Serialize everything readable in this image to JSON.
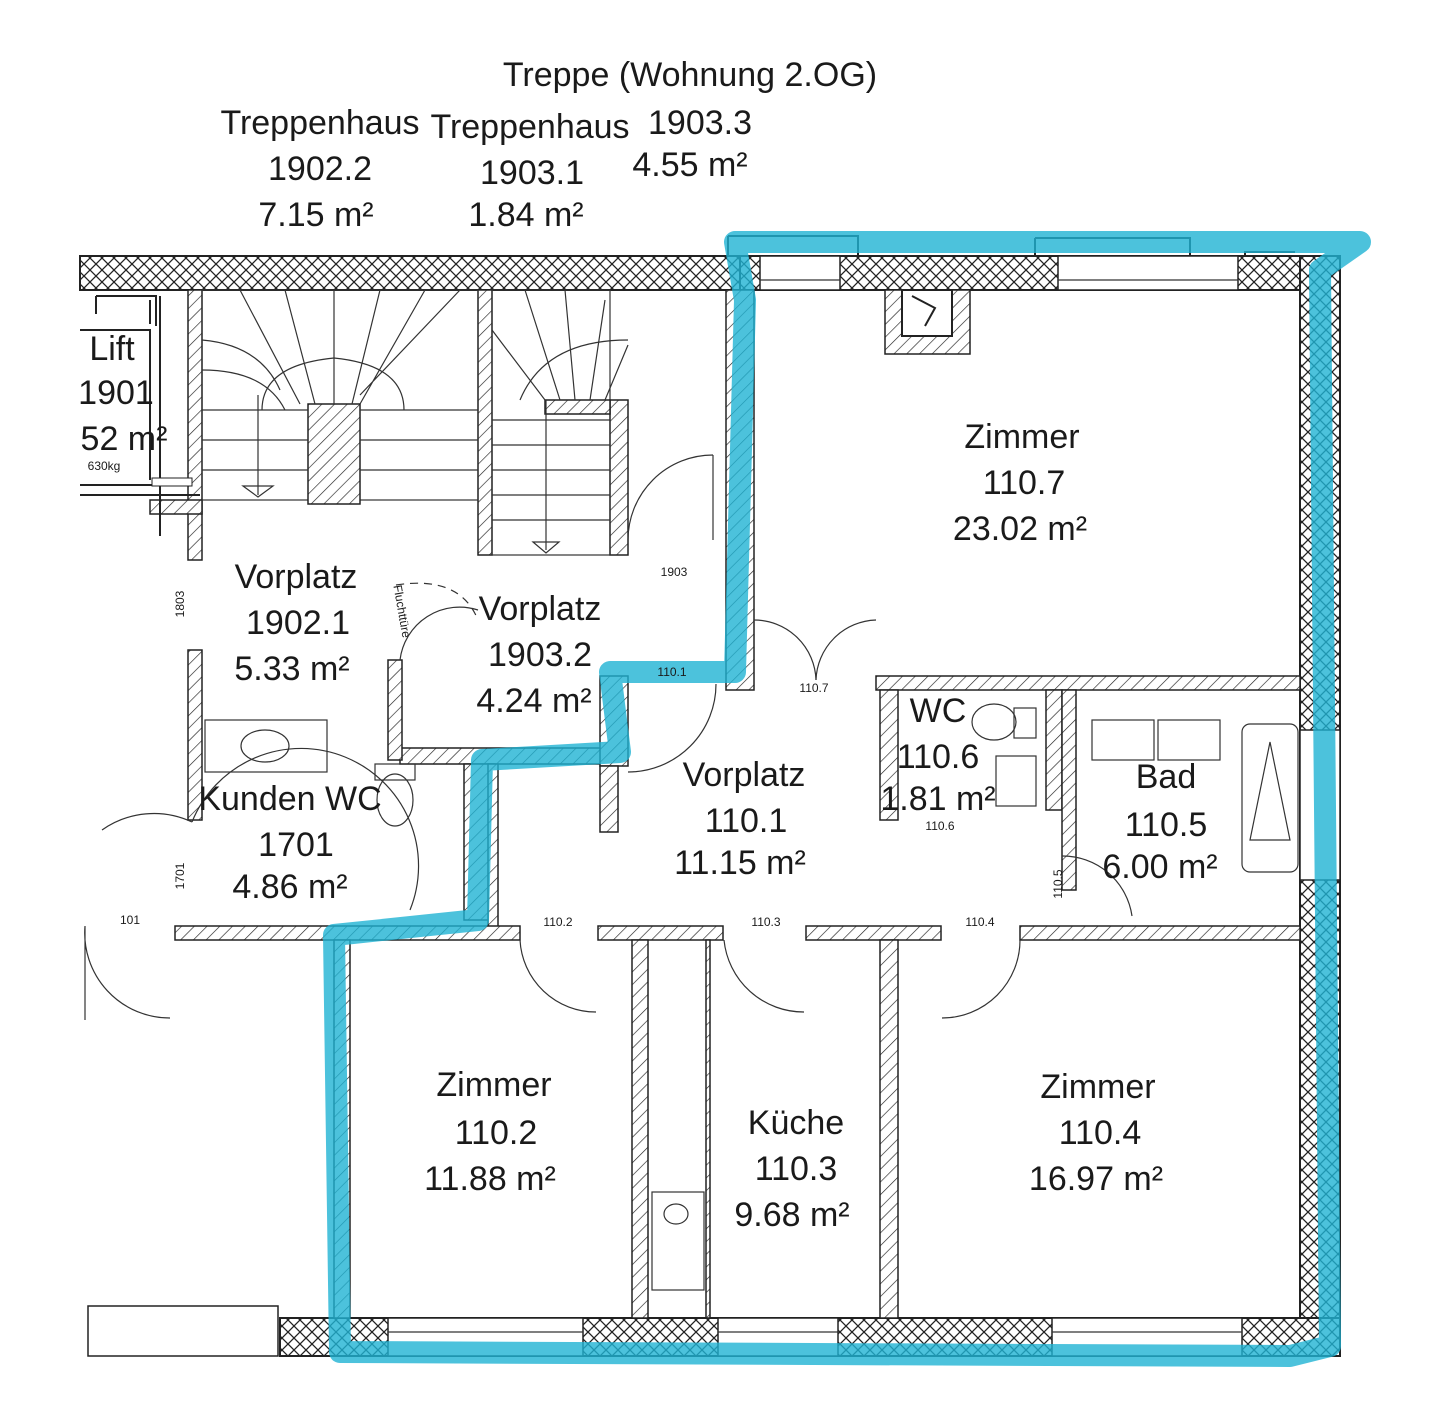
{
  "accent_color": "#1fb3d3",
  "rooms": {
    "treppe_wohnung": {
      "title": "Treppe (Wohnung 2.OG)",
      "number": "1903.3",
      "area": "4.55 m²"
    },
    "treppenhaus_1902_2": {
      "title": "Treppenhaus",
      "number": "1902.2",
      "area": "7.15 m²"
    },
    "treppenhaus_1903_1": {
      "title": "Treppenhaus",
      "number": "1903.1",
      "area": "1.84 m²"
    },
    "lift": {
      "title": "Lift",
      "number": "1901",
      "area": "52 m²",
      "capacity": "630kg"
    },
    "vorplatz_1902_1": {
      "title": "Vorplatz",
      "number": "1902.1",
      "area": "5.33 m²"
    },
    "vorplatz_1903_2": {
      "title": "Vorplatz",
      "number": "1903.2",
      "area": "4.24 m²"
    },
    "kunden_wc": {
      "title": "Kunden WC",
      "number": "1701",
      "area": "4.86 m²"
    },
    "zimmer_110_7": {
      "title": "Zimmer",
      "number": "110.7",
      "area": "23.02 m²"
    },
    "vorplatz_110_1": {
      "title": "Vorplatz",
      "number": "110.1",
      "area": "11.15 m²"
    },
    "wc_110_6": {
      "title": "WC",
      "number": "110.6",
      "area": "1.81 m²"
    },
    "bad_110_5": {
      "title": "Bad",
      "number": "110.5",
      "area": "6.00 m²"
    },
    "zimmer_110_2": {
      "title": "Zimmer",
      "number": "110.2",
      "area": "11.88 m²"
    },
    "kueche_110_3": {
      "title": "Küche",
      "number": "110.3",
      "area": "9.68 m²"
    },
    "zimmer_110_4": {
      "title": "Zimmer",
      "number": "110.4",
      "area": "16.97 m²"
    }
  },
  "door_tags": {
    "d1903": "1903",
    "d1803": "1803",
    "fluchttuere": "Fluchttüre",
    "d110_1": "110.1",
    "d110_7": "110.7",
    "d110_6": "110.6",
    "d110_5": "110.5",
    "d110_2": "110.2",
    "d110_3": "110.3",
    "d110_4": "110.4",
    "d1701": "1701",
    "d101": "101"
  }
}
